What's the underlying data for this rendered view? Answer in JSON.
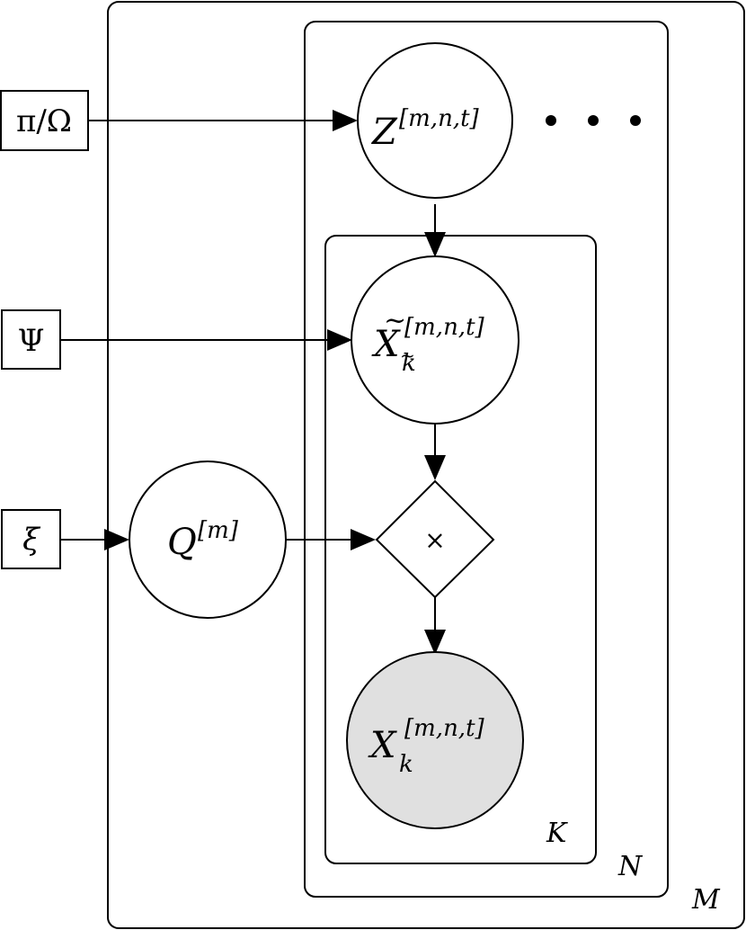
{
  "plates": {
    "outer": {
      "label": "M"
    },
    "middle": {
      "label": "N"
    },
    "inner": {
      "label": "K"
    }
  },
  "params": {
    "pi_omega": {
      "label": "π/Ω"
    },
    "psi": {
      "label": "Ψ"
    },
    "xi": {
      "label": "ξ"
    }
  },
  "nodes": {
    "z": {
      "base": "Z",
      "sup": "[m,n,t]"
    },
    "x_tilde": {
      "base": "X",
      "accent": "~",
      "sub": "k",
      "sub_accent": "~",
      "sup": "[m,n,t]"
    },
    "q": {
      "base": "Q",
      "sup": "[m]"
    },
    "product": {
      "symbol": "×"
    },
    "x_obs": {
      "base": "X",
      "sub": "k",
      "sup": "[m,n,t]"
    }
  },
  "ellipsis": {
    "count": 3
  },
  "colors": {
    "observed_fill": "#e0e0e0",
    "stroke": "#000000"
  }
}
